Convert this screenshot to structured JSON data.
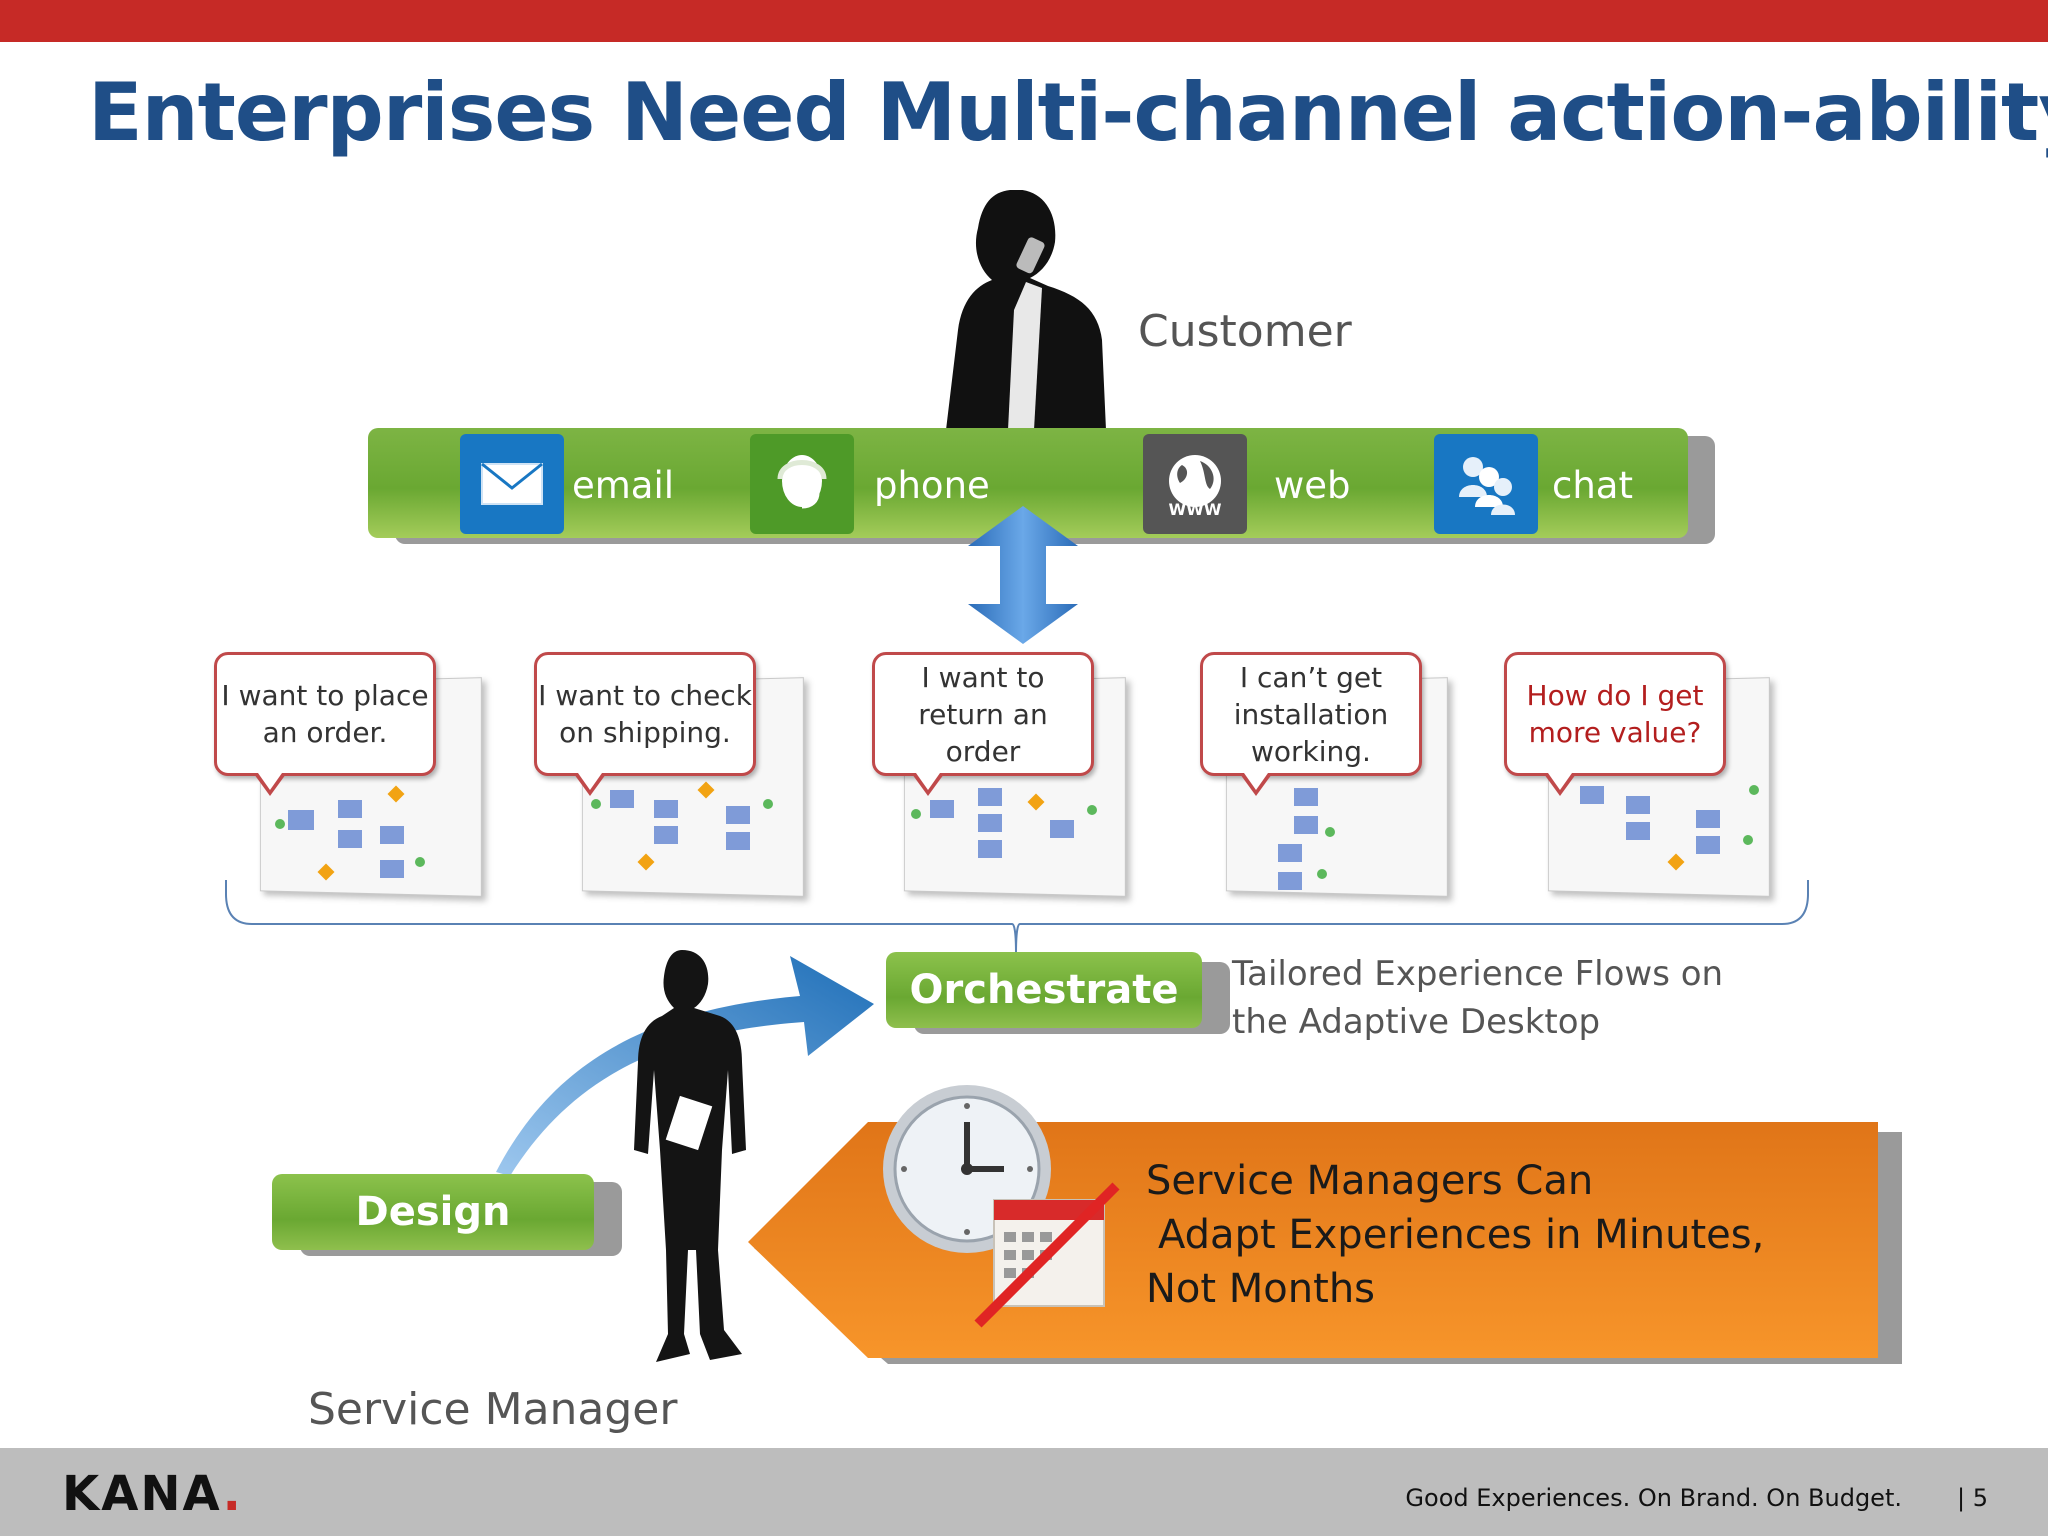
{
  "slide": {
    "title": "Enterprises Need Multi-channel action-ability.",
    "customer_label": "Customer",
    "service_manager_label": "Service Manager"
  },
  "channels": [
    {
      "label": "email",
      "icon": "envelope-icon",
      "color": "#1877c3"
    },
    {
      "label": "phone",
      "icon": "headset-icon",
      "color": "#4e9a28"
    },
    {
      "label": "web",
      "icon": "globe-www-icon",
      "color": "#555555"
    },
    {
      "label": "chat",
      "icon": "people-icon",
      "color": "#1877c3"
    }
  ],
  "intents": [
    {
      "line1": "I want to place",
      "line2": "an order.",
      "line3": "",
      "accent": "#333333"
    },
    {
      "line1": "I want to check",
      "line2": "on shipping.",
      "line3": "",
      "accent": "#333333"
    },
    {
      "line1": "I want to",
      "line2": "return an",
      "line3": "order",
      "accent": "#333333"
    },
    {
      "line1": "I can’t get",
      "line2": "installation",
      "line3": "working.",
      "accent": "#333333"
    },
    {
      "line1": "How do I get",
      "line2": "more value?",
      "line3": "",
      "accent": "#b31e1e"
    }
  ],
  "orchestrate": {
    "label": "Orchestrate",
    "desc_line1": "Tailored Experience Flows on",
    "desc_line2": "the Adaptive Desktop"
  },
  "design": {
    "label": "Design"
  },
  "banner": {
    "line1": "Service Managers Can",
    "line2": "Adapt Experiences in Minutes,",
    "line3": "Not Months",
    "color": "#f07e1c"
  },
  "footer": {
    "logo_text": "KANA",
    "logo_dot": ".",
    "tagline": "Good Experiences. On Brand. On Budget.",
    "page": "| 5"
  },
  "colors": {
    "top_bar": "#c62a26",
    "title": "#1f4e87",
    "green": "#6aa832",
    "footer": "#bdbdbd"
  }
}
